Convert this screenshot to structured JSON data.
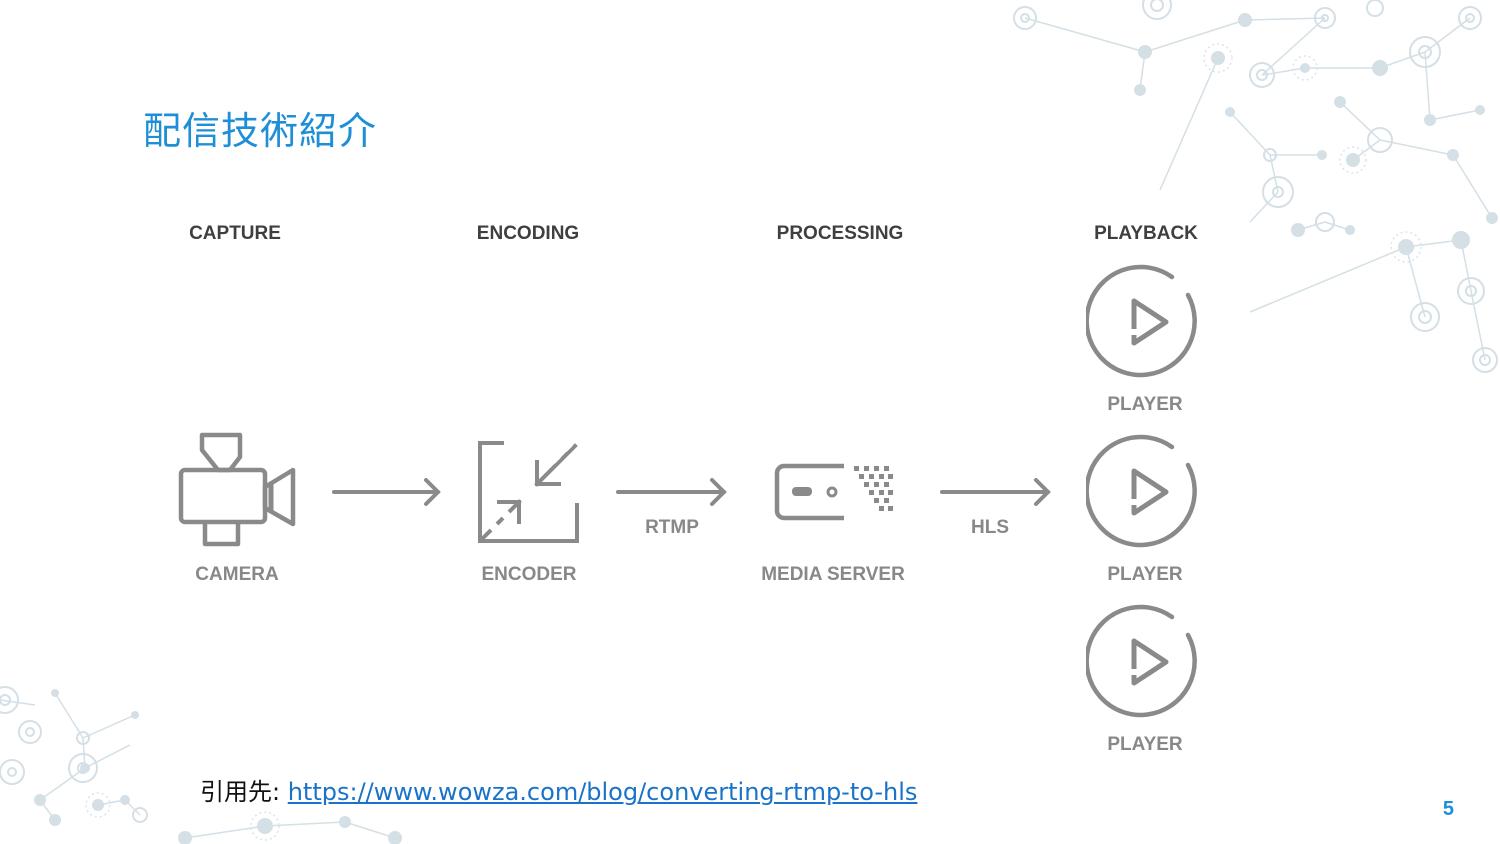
{
  "slide": {
    "title": "配信技術紹介",
    "page_number": "5",
    "accent_color": "#1e8fd6"
  },
  "diagram": {
    "stages": {
      "capture": "CAPTURE",
      "encoding": "ENCODING",
      "processing": "PROCESSING",
      "playback": "PLAYBACK"
    },
    "nodes": {
      "camera": "CAMERA",
      "encoder": "ENCODER",
      "media_server": "MEDIA SERVER",
      "players": [
        "PLAYER",
        "PLAYER",
        "PLAYER"
      ]
    },
    "protocols": {
      "rtmp": "RTMP",
      "hls": "HLS"
    },
    "icons": [
      "video-camera-icon",
      "encoder-compress-icon",
      "media-server-icon",
      "play-circle-icon"
    ],
    "icon_color": "#8a8a8a"
  },
  "citation": {
    "prefix": "引用先: ",
    "link_text": "https://www.wowza.com/blog/converting-rtmp-to-hls"
  }
}
